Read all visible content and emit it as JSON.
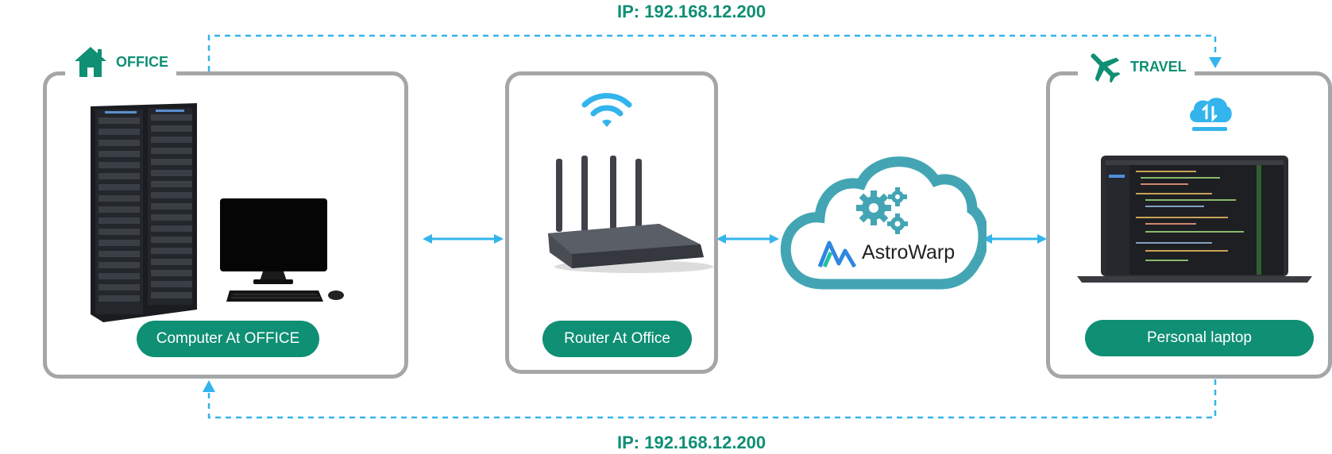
{
  "connections": {
    "top_ip": "IP: 192.168.12.200",
    "bottom_ip": "IP: 192.168.12.200"
  },
  "office": {
    "tag_label": "OFFICE",
    "tag_icon": "home-icon",
    "device_label": "Computer At OFFICE"
  },
  "router": {
    "device_label": "Router At Office",
    "status_icon": "wifi-icon"
  },
  "cloud": {
    "brand_name": "AstroWarp",
    "icon": "gears-icon"
  },
  "travel": {
    "tag_label": "TRAVEL",
    "tag_icon": "airplane-icon",
    "device_label": "Personal laptop",
    "status_icon": "cloud-sync-icon"
  },
  "colors": {
    "accent_green": "#0f8f74",
    "arrow_blue": "#33b4ec",
    "border_gray": "#a5a6a8",
    "cloud_teal": "#43a5b4"
  }
}
